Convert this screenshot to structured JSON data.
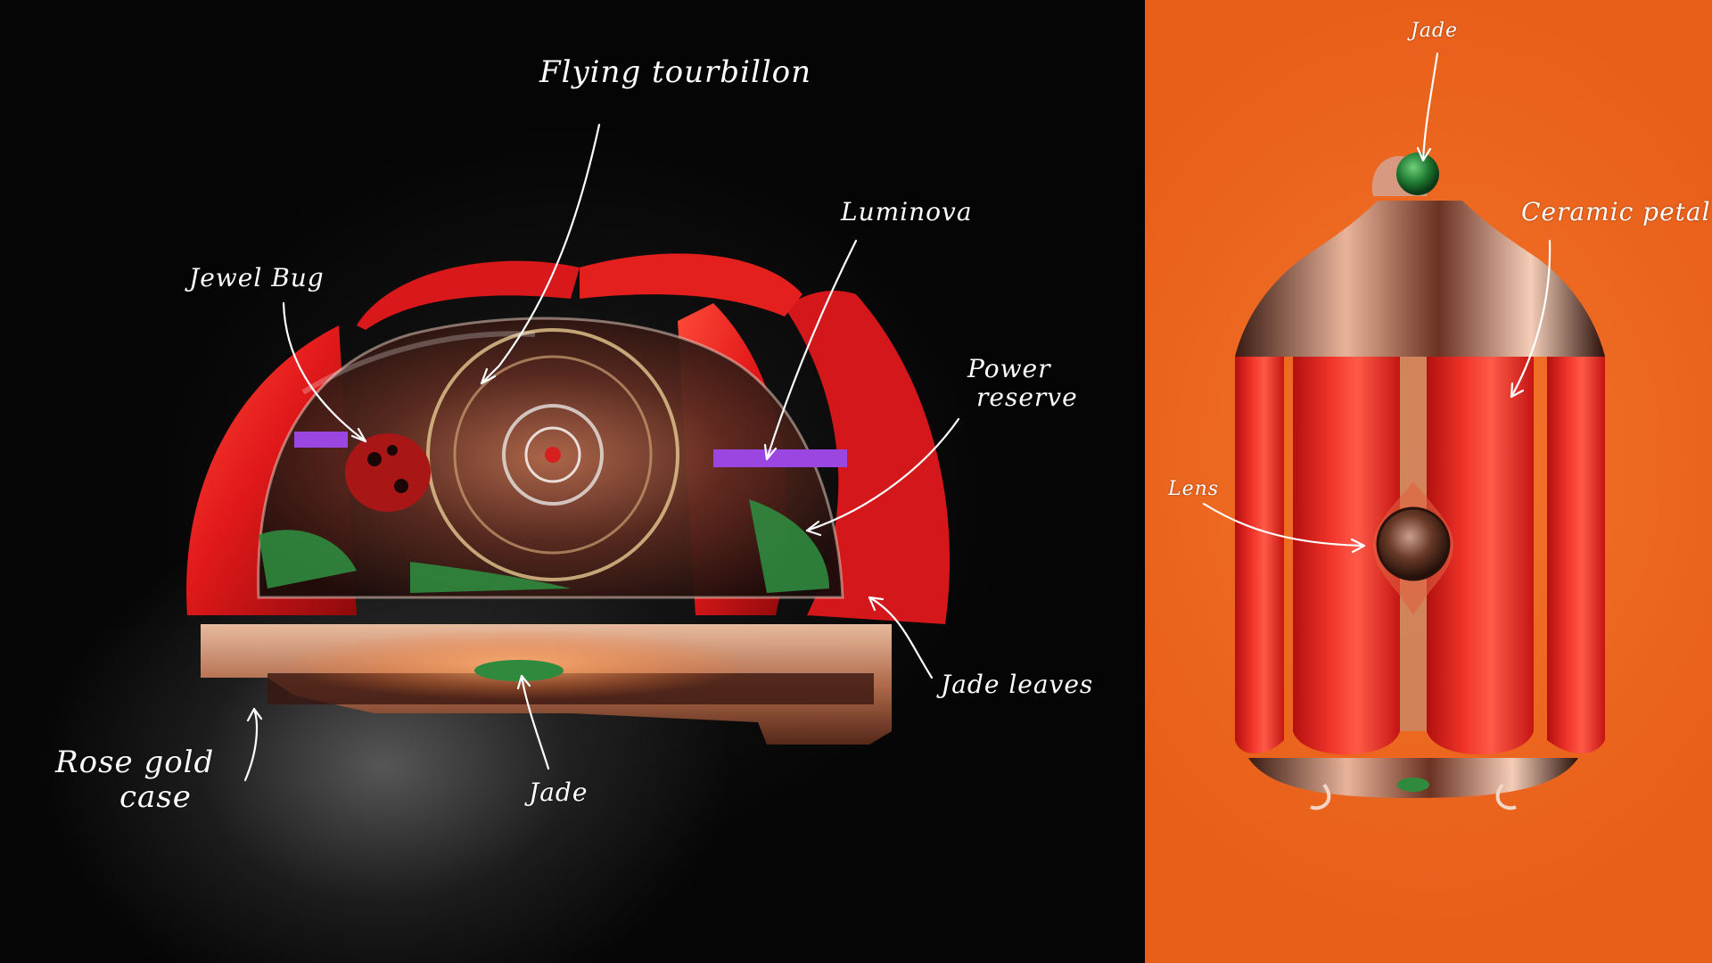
{
  "left_labels": {
    "flying_tourbillon": "Flying tourbillon",
    "luminova": "Luminova",
    "jewel_bug": "Jewel Bug",
    "power_reserve": [
      "Power",
      "reserve"
    ],
    "jade_leaves": "Jade leaves",
    "rose_gold_case": [
      "Rose gold",
      "case"
    ],
    "jade": "Jade"
  },
  "right_labels": {
    "jade": "Jade",
    "ceramic_petal": "Ceramic petal",
    "lens": "Lens"
  },
  "colors": {
    "left_background": "#050505",
    "right_background": "#ee6a22",
    "petal_red": "#e8201c",
    "rose_gold": "#c98866",
    "jade_green": "#2f8a3e",
    "luminova_purple": "#9b46e0",
    "annotation": "#ffffff"
  }
}
